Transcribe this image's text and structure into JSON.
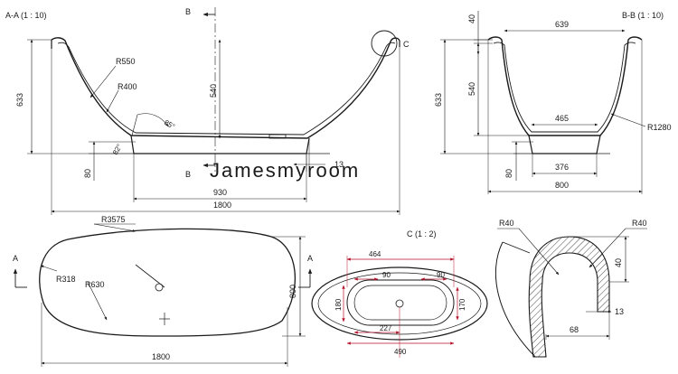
{
  "views": {
    "section_aa": {
      "title": "A-A  (1 : 10)",
      "dims": {
        "r550": "R550",
        "r400": "R400",
        "angle85": "85°",
        "angle82": "82°",
        "d633": "633",
        "d540": "540",
        "d80": "80",
        "d13": "13",
        "d930": "930",
        "d1800": "1800"
      },
      "markers": {
        "b_top": "B",
        "b_bottom": "B",
        "detail": "C"
      }
    },
    "section_bb": {
      "title": "B-B  (1 : 10)",
      "dims": {
        "d40": "40",
        "d639": "639",
        "d633": "633",
        "d540": "540",
        "d465": "465",
        "r1280": "R1280",
        "d80": "80",
        "d376": "376",
        "d800": "800"
      }
    },
    "top_view": {
      "dims": {
        "r3575": "R3575",
        "r318": "R318",
        "r630": "R630",
        "d800": "800",
        "d1800": "1800"
      },
      "markers": {
        "a_left": "A",
        "a_right": "A"
      }
    },
    "detail_c": {
      "title": "C  (1 : 2)",
      "dims": {
        "r40_left": "R40",
        "r40_right": "R40",
        "d40": "40",
        "d13": "13",
        "d68": "68"
      }
    },
    "drain_view": {
      "dims": {
        "d464": "464",
        "d90_left": "90",
        "d90_right": "90",
        "d180": "180",
        "d170": "170",
        "d227": "227",
        "d490": "490"
      }
    }
  },
  "colors": {
    "line": "#1a1a1a",
    "dimension_red": "#b5122b",
    "hatch": "#1a1a1a",
    "background": "#ffffff"
  },
  "watermark": "Jamesmyroom"
}
